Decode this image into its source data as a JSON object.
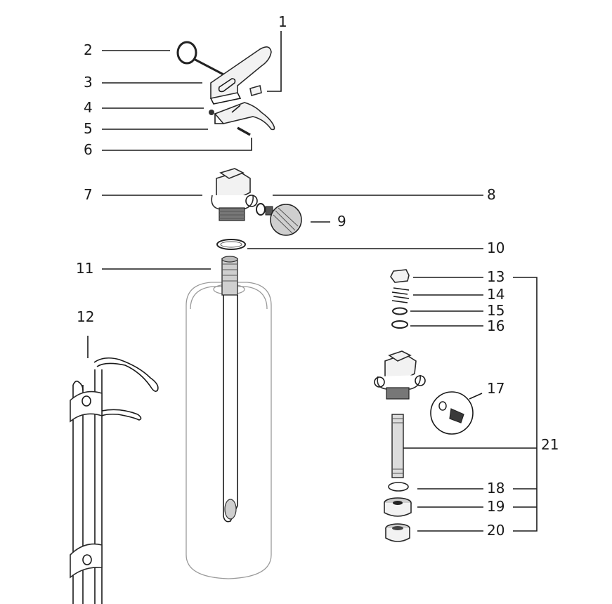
{
  "labels": {
    "p1": "1",
    "p2": "2",
    "p3": "3",
    "p4": "4",
    "p5": "5",
    "p6": "6",
    "p7": "7",
    "p8": "8",
    "p9": "9",
    "p10": "10",
    "p11": "11",
    "p12": "12",
    "p13": "13",
    "p14": "14",
    "p15": "15",
    "p16": "16",
    "p17": "17",
    "p18": "18",
    "p19": "19",
    "p20": "20",
    "p21": "21"
  }
}
